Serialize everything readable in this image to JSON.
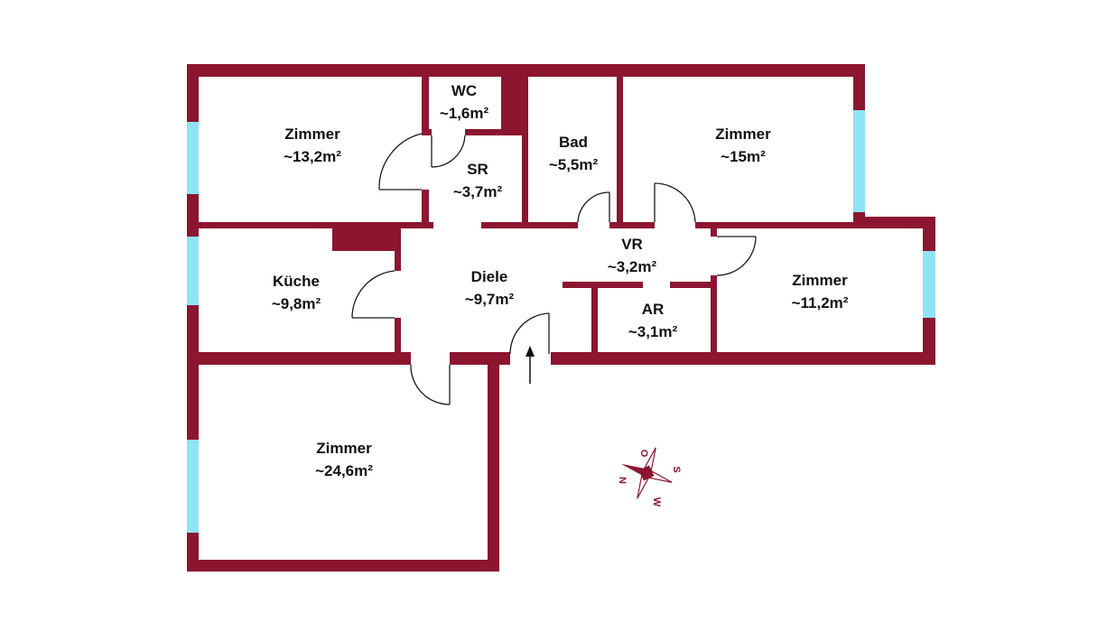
{
  "colors": {
    "wall": "#8c1530",
    "window": "#8ee3f5"
  },
  "rooms": [
    {
      "name": "Zimmer",
      "area": "~13,2m²"
    },
    {
      "name": "WC",
      "area": "~1,6m²"
    },
    {
      "name": "SR",
      "area": "~3,7m²"
    },
    {
      "name": "Bad",
      "area": "~5,5m²"
    },
    {
      "name": "Zimmer",
      "area": "~15m²"
    },
    {
      "name": "Küche",
      "area": "~9,8m²"
    },
    {
      "name": "Diele",
      "area": "~9,7m²"
    },
    {
      "name": "VR",
      "area": "~3,2m²"
    },
    {
      "name": "AR",
      "area": "~3,1m²"
    },
    {
      "name": "Zimmer",
      "area": "~11,2m²"
    },
    {
      "name": "Zimmer",
      "area": "~24,6m²"
    }
  ],
  "compass": {
    "top": "O",
    "right": "S",
    "bottom": "W",
    "left": "N"
  }
}
